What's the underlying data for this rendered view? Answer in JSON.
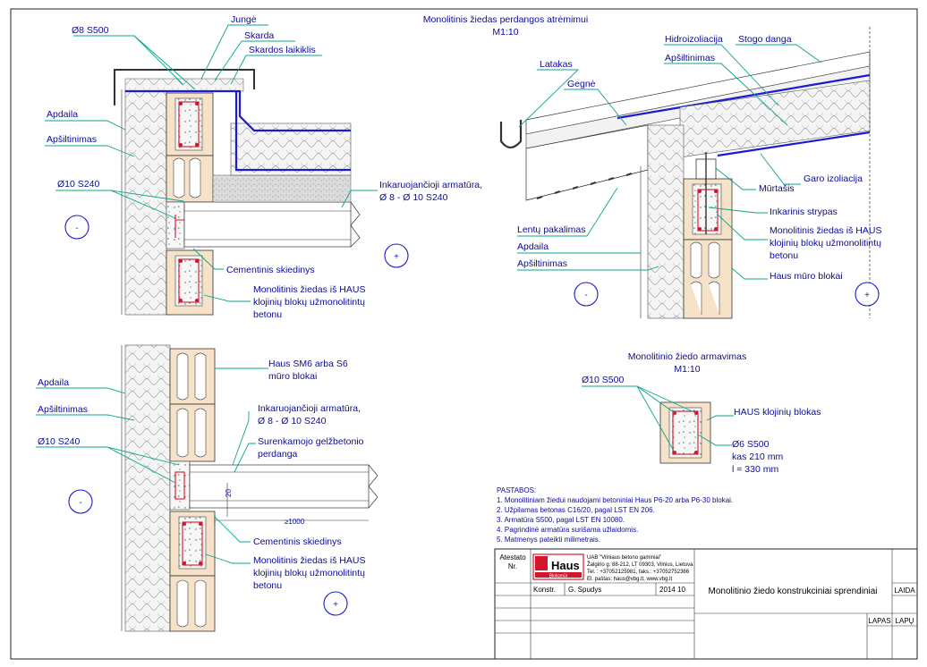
{
  "detail_top_left": {
    "labels": {
      "rebar_d8": "Ø8 S500",
      "junge": "Jungė",
      "skarda": "Skarda",
      "skardos_laikiklis": "Skardos laikiklis",
      "apdaila": "Apdaila",
      "apsiltinimas": "Apšiltinimas",
      "rebar_d10": "Ø10 S240",
      "anchor_1": "Inkaruojančioji armatūra,",
      "anchor_2": "Ø 8 - Ø 10 S240",
      "cementinis": "Cementinis skiedinys",
      "ring_1": "Monolitinis žiedas iš HAUS",
      "ring_2": "klojinių blokų užmonolitintų",
      "ring_3": "betonu"
    },
    "side_minus": "-",
    "side_plus": "+"
  },
  "detail_top_right": {
    "title_1": "Monolitinis žiedas perdangos atrėmimui",
    "title_2": "M1:10",
    "labels": {
      "hidroizoliacija": "Hidroizoliacija",
      "stogo_danga": "Stogo danga",
      "apsiltinimas_roof": "Apšiltinimas",
      "latakas": "Latakas",
      "gegne": "Gegnė",
      "garo": "Garo izoliacija",
      "murtasis": "Mūrtašis",
      "inkarinis": "Inkarinis strypas",
      "lentu": "Lentų pakalimas",
      "apdaila": "Apdaila",
      "apsiltinimas": "Apšiltinimas",
      "ring_1": "Monolitinis žiedas iš HAUS",
      "ring_2": "klojinių blokų užmonolitintų",
      "ring_3": "betonu",
      "haus_blocks": "Haus mūro blokai"
    },
    "side_minus": "-",
    "side_plus": "+"
  },
  "detail_bottom_left": {
    "labels": {
      "apdaila": "Apdaila",
      "apsiltinimas": "Apšiltinimas",
      "rebar_d10": "Ø10 S240",
      "sm6_1": "Haus SM6 arba S6",
      "sm6_2": "mūro blokai",
      "anchor_1": "Inkaruojančioji armatūra,",
      "anchor_2": "Ø 8 - Ø 10 S240",
      "slab_1": "Surenkamojo gelžbetonio",
      "slab_2": "perdanga",
      "dim_20": "20",
      "dim_1000": "≥1000",
      "cementinis": "Cementinis skiedinys",
      "ring_1": "Monolitinis žiedas iš HAUS",
      "ring_2": "klojinių blokų užmonolitintų",
      "ring_3": "betonu"
    },
    "side_minus": "-",
    "side_plus": "+"
  },
  "detail_reinforcement": {
    "title_1": "Monolitinio žiedo armavimas",
    "title_2": "M1:10",
    "labels": {
      "rebar_d10": "Ø10 S500",
      "haus_block": "HAUS klojinių blokas",
      "d6_1": "Ø6 S500",
      "d6_2": "kas 210 mm",
      "d6_3": "l = 330 mm"
    }
  },
  "notes": {
    "heading": "PASTABOS:",
    "items": [
      "1. Monolitiniam žiedui naudojami betoniniai Haus P6-20 arba P6-30 blokai.",
      "2. Užpilamas betonas C16/20, pagal LST EN 206.",
      "3. Armatūra S500, pagal LST EN 10080.",
      "4. Pagrindinė armatūra surišama užlaidomis.",
      "5. Matmenys pateikti milimetrais."
    ]
  },
  "title_block": {
    "atestato_1": "Atestato",
    "atestato_2": "Nr.",
    "logo": "Haus",
    "logo_sub": "Bloksmūr",
    "company_1": "UAB \"Vilniaus betono gaminiai\"",
    "company_2": "Žalgirio g. 88-212, LT 09303, Vilnius, Lietuva",
    "company_3": "Tel. : +37052125981, faks.: +37052752366",
    "company_4": "El. paštas: haus@vbg.lt, www.vbg.lt",
    "role": "Konstr.",
    "author": "G. Spudys",
    "date": "2014 10",
    "drawing_title": "Monolitinio žiedo konstrukciniai sprendiniai",
    "laida": "LAIDA",
    "lapas": "LAPAS",
    "lapu": "LAPŲ"
  },
  "colors": {
    "text": "#0b0b9a",
    "leader": "#0aa58c",
    "waterproofing": "#1b1bd1",
    "rebar": "#d4162c",
    "block": "#f6e2c8",
    "logo_red": "#d4162c"
  }
}
